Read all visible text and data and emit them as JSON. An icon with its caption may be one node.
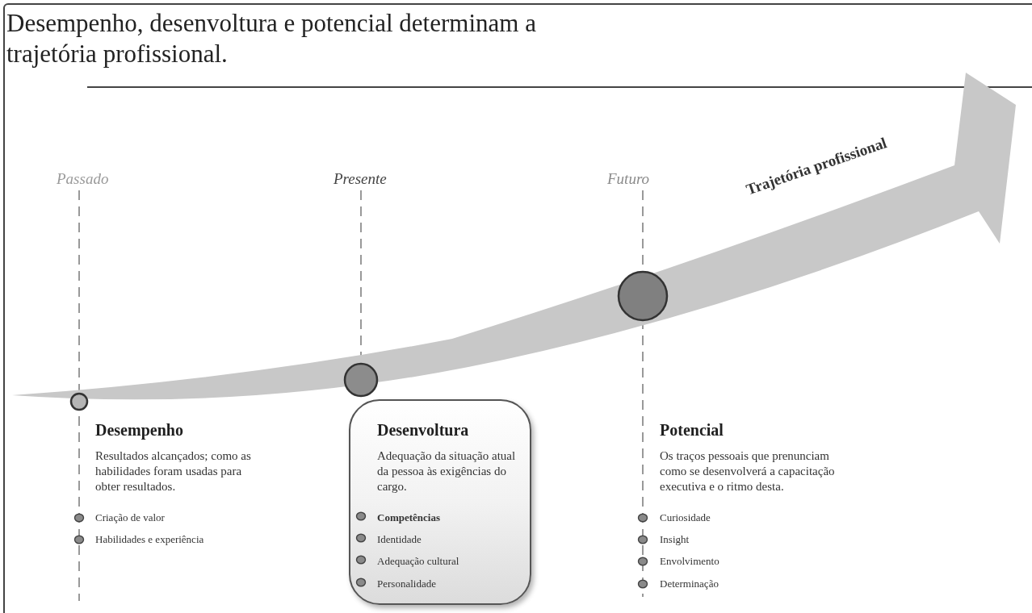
{
  "diagram": {
    "title": "Desempenho, desenvoltura e potencial determinam a trajetória profissional.",
    "nodes": [
      {
        "text": [
          "Trajetória profissional"
        ]
      },
      {
        "text": [
          "Desenvoltura",
          "Adequação da situação atual da pessoa às exigências do cargo.",
          "Competências",
          "Identidade",
          "Adequação cultural",
          "Personalidade"
        ]
      }
    ],
    "labels": [
      "Passado",
      "Presente",
      "Futuro",
      "Desempenho",
      "Resultados alcançados; como as habilidades foram usadas para obter resultados.",
      "Criação de valor",
      "Habilidades e experiência",
      "Potencial",
      "Os traços pessoais que prenunciam como se desenvolverá a capacitação executiva e o ritmo desta.",
      "Curiosidade",
      "Insight",
      "Envolvimento",
      "Determinação"
    ]
  }
}
